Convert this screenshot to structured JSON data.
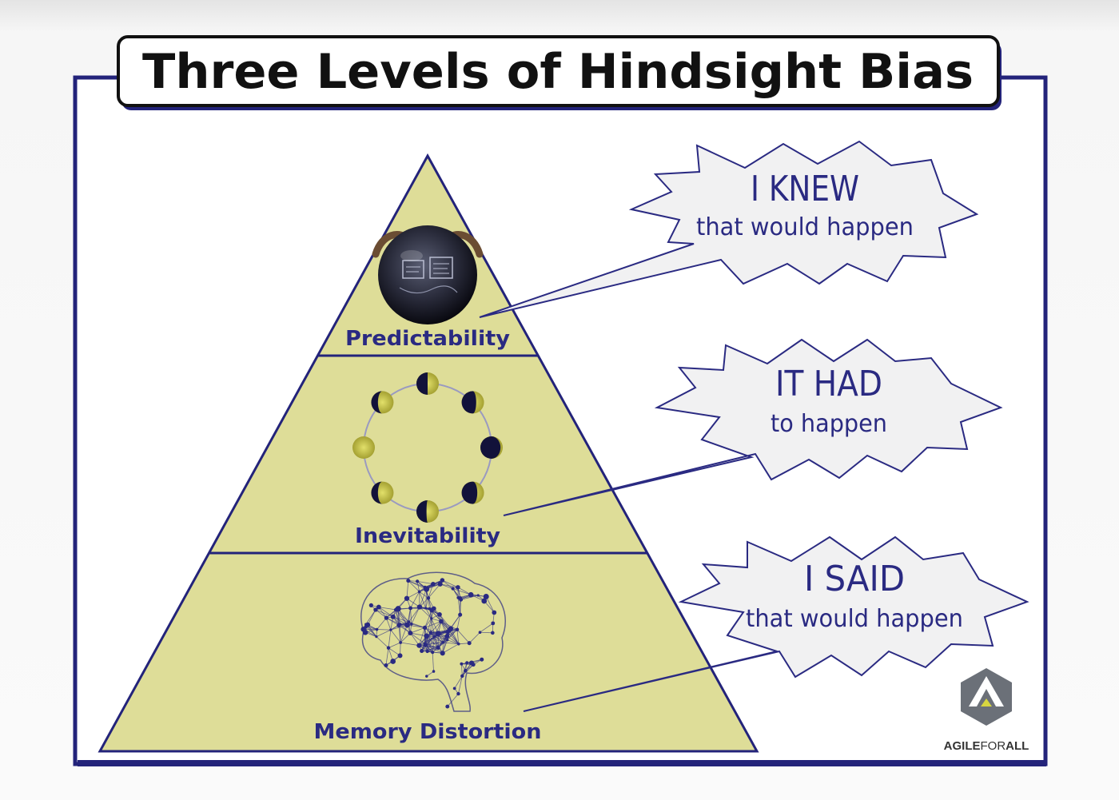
{
  "title": "Three Levels of Hindsight Bias",
  "colors": {
    "frame": "#23237a",
    "pyramid_fill": "#dedd98",
    "label": "#2a2a82",
    "bubble_fill": "#f1f1f2",
    "bubble_stroke": "#2a2a82"
  },
  "levels": [
    {
      "label": "Predictability",
      "icon": "crystal-ball-icon"
    },
    {
      "label": "Inevitability",
      "icon": "moon-phases-icon"
    },
    {
      "label": "Memory Distortion",
      "icon": "brain-network-icon"
    }
  ],
  "bubbles": [
    {
      "headline": "I KNEW",
      "subtext": "that would happen"
    },
    {
      "headline": "IT HAD",
      "subtext": "to happen"
    },
    {
      "headline": "I SAID",
      "subtext": "that would happen"
    }
  ],
  "logo": {
    "text_bold1": "AGILE",
    "text_light": "FOR",
    "text_bold2": "ALL",
    "icon": "agile-for-all-logo-icon"
  }
}
